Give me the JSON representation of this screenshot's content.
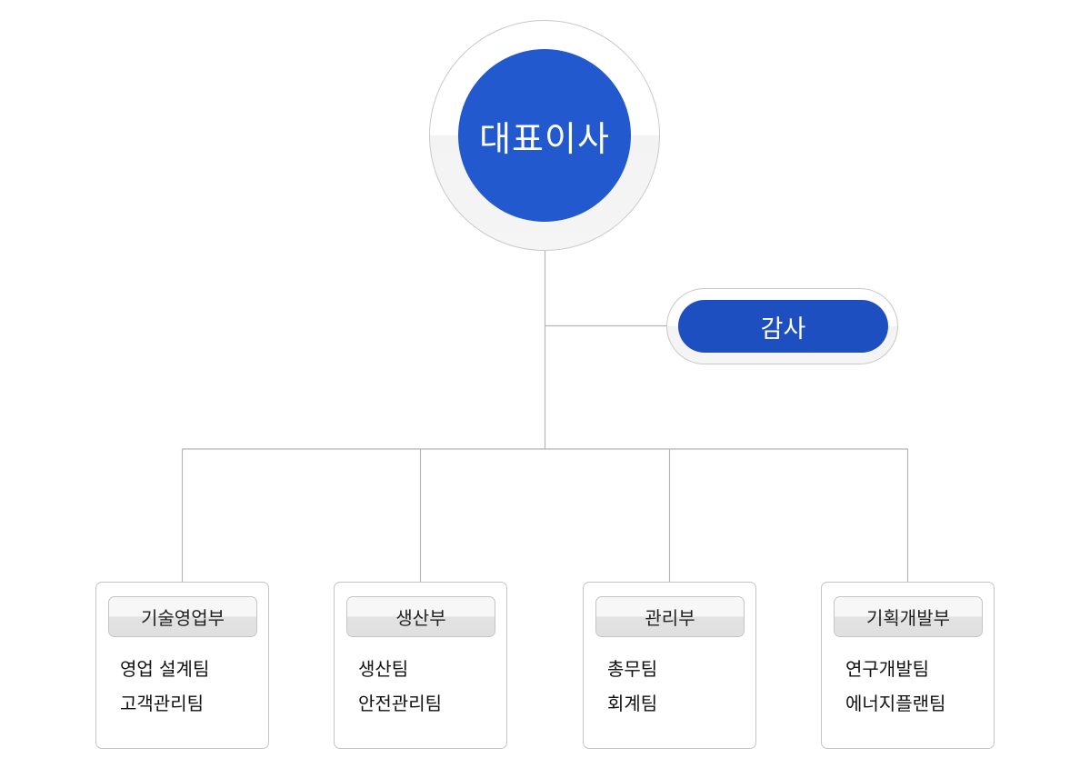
{
  "ceo": {
    "label": "대표이사"
  },
  "audit": {
    "label": "감사"
  },
  "departments": [
    {
      "name": "기술영업부",
      "teams": [
        "영업 설계팀",
        "고객관리팀"
      ]
    },
    {
      "name": "생산부",
      "teams": [
        "생산팀",
        "안전관리팀"
      ]
    },
    {
      "name": "관리부",
      "teams": [
        "총무팀",
        "회계팀"
      ]
    },
    {
      "name": "기획개발부",
      "teams": [
        "연구개발팀",
        "에너지플랜팀"
      ]
    }
  ],
  "colors": {
    "ceo_blue": "#2259cf",
    "audit_blue": "#1e4fc0",
    "line_gray": "#b5b5b5",
    "border_gray": "#c4c4c4"
  }
}
